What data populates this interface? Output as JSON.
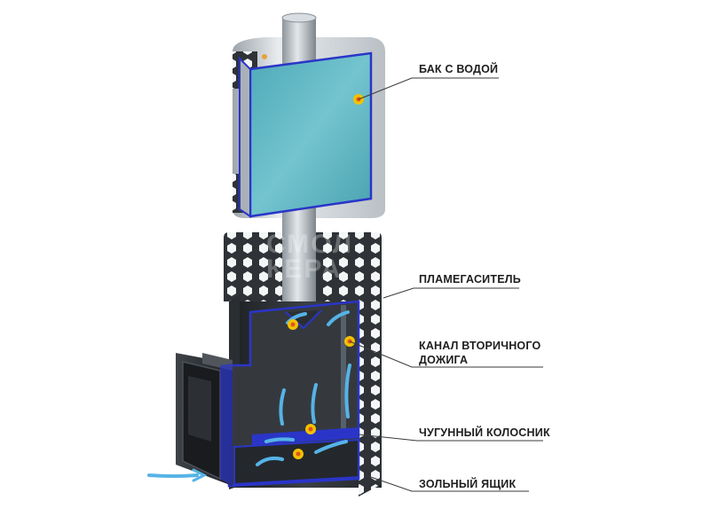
{
  "callouts": [
    {
      "id": "water-tank",
      "label": "БАК С ВОДОЙ"
    },
    {
      "id": "flame-arrester",
      "label": "ПЛАМЕГАСИТЕЛЬ"
    },
    {
      "id": "secondary-afterburn-channel",
      "label": "КАНАЛ ВТОРИЧНОГО\nДОЖИГА"
    },
    {
      "id": "cast-iron-grate",
      "label": "ЧУГУННЫЙ КОЛОСНИК"
    },
    {
      "id": "ash-box",
      "label": "ЗОЛЬНЫЙ ЯЩИК"
    }
  ],
  "watermark": {
    "line1": "СМОЛ",
    "line2": "КЕРА"
  },
  "colors": {
    "water": "#5fb6c4",
    "outline": "#2a35c8",
    "marker_outer": "#f2c200",
    "marker_inner": "#e0541f",
    "airflow": "#56b3e6",
    "steel": "#c9cfd4",
    "body_dark": "#2c2f33",
    "leader_line": "#3a3a3a"
  }
}
